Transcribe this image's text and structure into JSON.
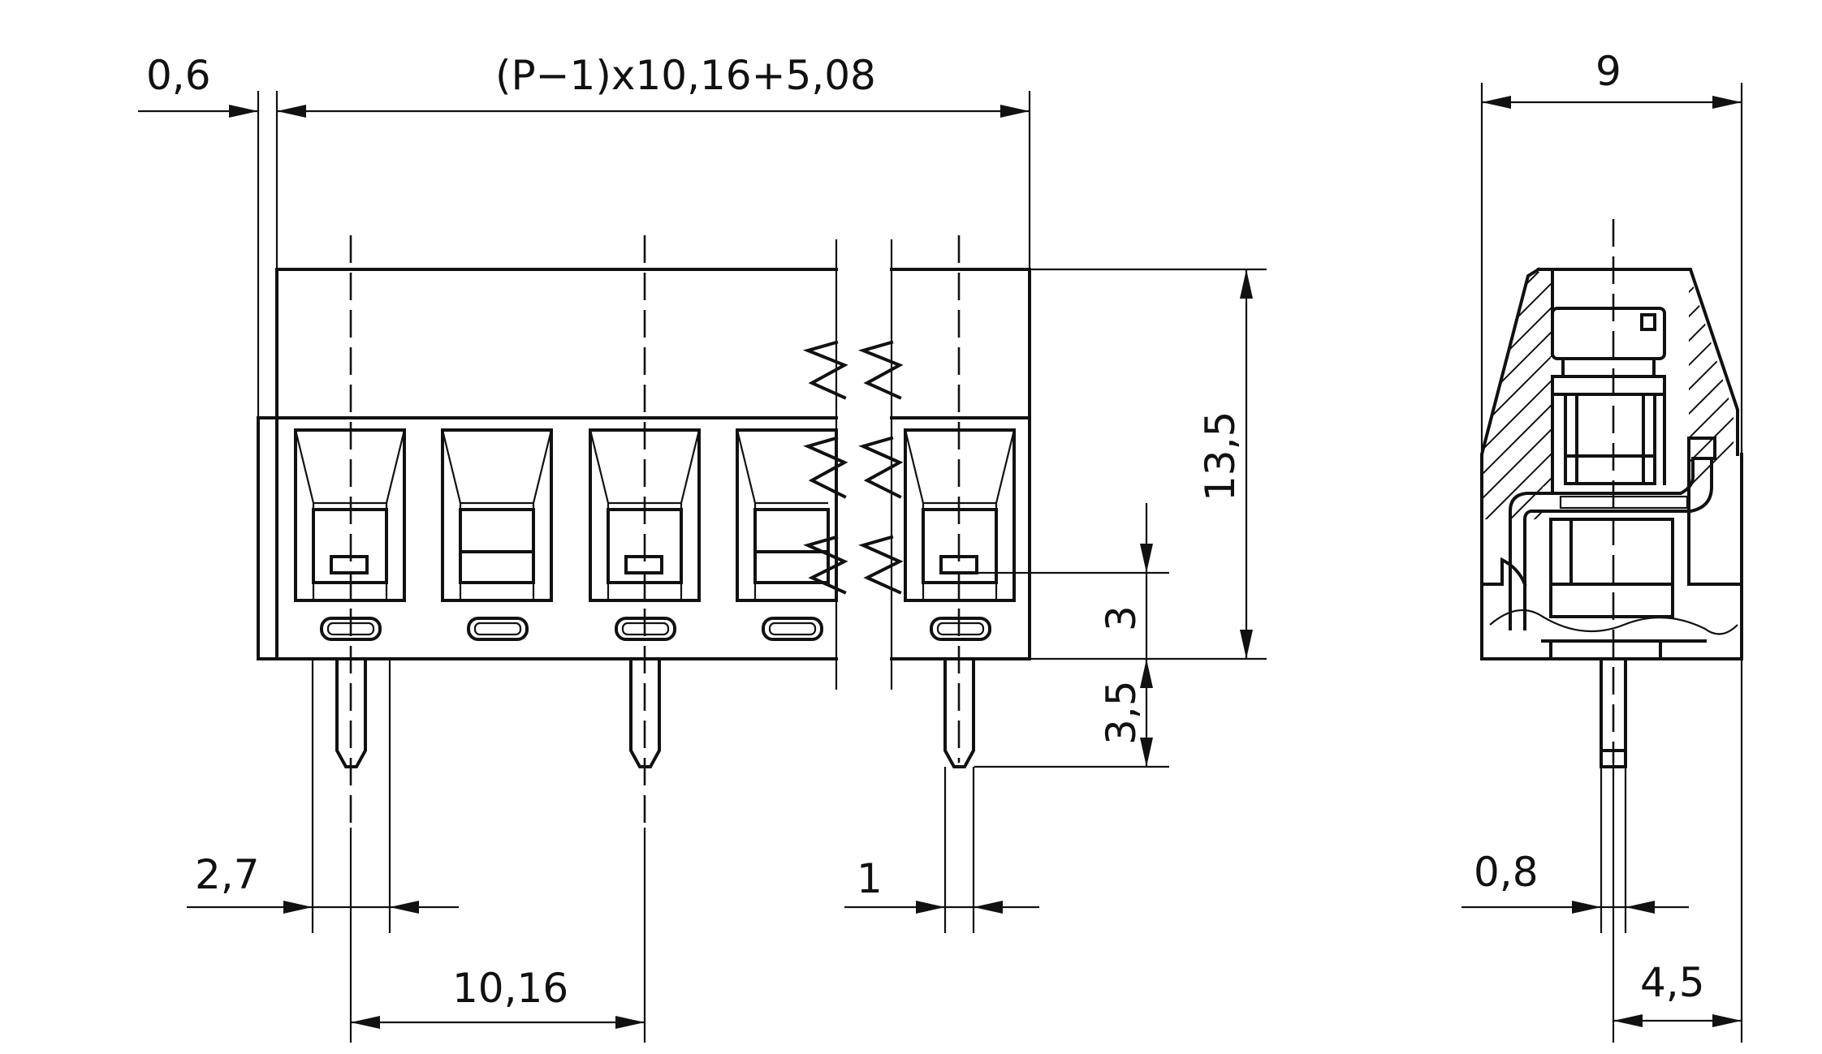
{
  "dimensions": {
    "edge_offset": "0,6",
    "overall_length": "(P−1)x10,16+5,08",
    "body_height": "13,5",
    "pitch": "10,16",
    "side_width": "9",
    "pin_width_front": "2,7",
    "pin_thickness": "1",
    "wire_entry_height": "3",
    "pin_length": "3,5",
    "pin_side": "0,8",
    "pin_offset_side": "4,5"
  }
}
